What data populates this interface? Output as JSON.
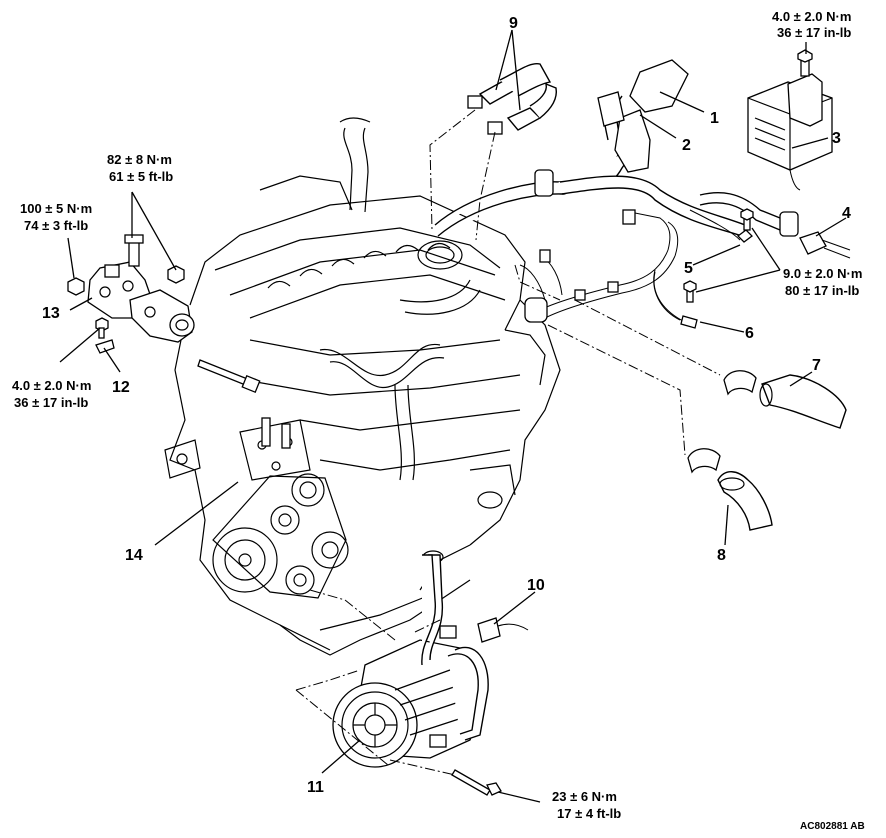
{
  "figure_id": "AC802881 AB",
  "callouts": {
    "c1": "1",
    "c2": "2",
    "c3": "3",
    "c4": "4",
    "c5": "5",
    "c6": "6",
    "c7": "7",
    "c8": "8",
    "c9": "9",
    "c10": "10",
    "c11": "11",
    "c12": "12",
    "c13": "13",
    "c14": "14"
  },
  "torques": {
    "t_top_right": [
      "4.0 ± 2.0 N·m",
      "36 ± 17 in-lb"
    ],
    "t_right": [
      "9.0 ± 2.0 N·m",
      "80 ± 17 in-lb"
    ],
    "t_left_82": [
      "82 ± 8 N·m",
      "61 ± 5 ft-lb"
    ],
    "t_left_100": [
      "100 ± 5 N·m",
      "74 ± 3 ft-lb"
    ],
    "t_left_4": [
      "4.0 ± 2.0 N·m",
      "36 ± 17 in-lb"
    ],
    "t_bottom": [
      "23 ± 6 N·m",
      "17 ± 4 ft-lb"
    ]
  }
}
